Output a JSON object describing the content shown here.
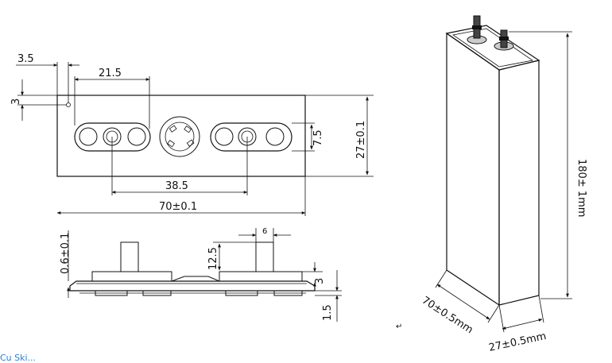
{
  "top_view": {
    "dim_3_5": "3.5",
    "dim_3": "3",
    "dim_21_5": "21.5",
    "dim_7_5": "7.5",
    "dim_27_tol": "27±0.1",
    "dim_38_5": "38.5",
    "dim_70_tol": "70±0.1"
  },
  "side_view": {
    "dim_0_6_tol": "0.6±0.1",
    "dim_6": "6",
    "dim_12_5": "12.5",
    "dim_3": "3",
    "dim_1_5": "1.5"
  },
  "iso_view": {
    "dim_height": "180± 1mm",
    "dim_length": "70±0.5mm",
    "dim_width": "27±0.5mm"
  },
  "footer": {
    "partial_text": "Cu Ski..."
  }
}
